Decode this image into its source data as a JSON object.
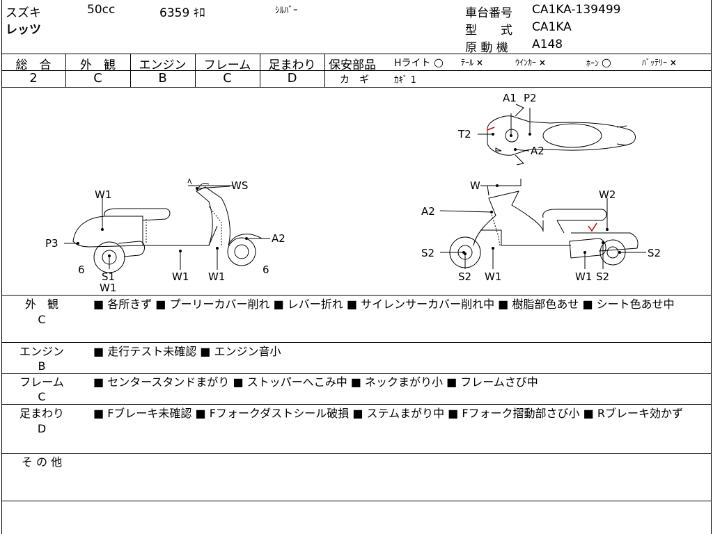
{
  "header": {
    "maker": "スズキ",
    "displacement": "50cc",
    "mileage": "6359 ｷﾛ",
    "color": "ｼﾙﾊﾞｰ",
    "model_name": "レッツ",
    "frame_no_label": "車台番号",
    "frame_no": "CA1KA-139499",
    "type_label": "型　　式",
    "type": "CA1KA",
    "engine_label": "原 動 機",
    "engine": "A148"
  },
  "ratings": {
    "headers": [
      "総　合",
      "外　観",
      "エンジン",
      "フレーム",
      "足まわり"
    ],
    "values": [
      "2",
      "C",
      "B",
      "C",
      "D"
    ]
  },
  "safety": {
    "label": "保安部品",
    "items": [
      {
        "name": "Hライト",
        "mark": "○"
      },
      {
        "name": "ﾃｰﾙ",
        "mark": "×"
      },
      {
        "name": "ｳｲﾝｶｰ",
        "mark": "×"
      },
      {
        "name": "ﾎｰﾝ",
        "mark": "○"
      },
      {
        "name": "ﾊﾞｯﾃﾘｰ",
        "mark": "×"
      }
    ],
    "key_label": "カ　ギ",
    "key_value": "ｶｷﾞ 1"
  },
  "diagram_labels": {
    "left": [
      "W1",
      "WS",
      "P3",
      "A2",
      "6",
      "S1",
      "W1",
      "W1",
      "W1",
      "6"
    ],
    "right": [
      "W",
      "W2",
      "A2",
      "S2",
      "S2",
      "W1",
      "W1",
      "S2",
      "S2"
    ],
    "top": [
      "A1",
      "P2",
      "T2",
      "A2"
    ]
  },
  "notes": [
    {
      "category": "外　観",
      "grade": "C",
      "text": "■ 各所きず ■ プーリーカバー削れ ■ レバー折れ ■ サイレンサーカバー削れ中 ■ 樹脂部色あせ ■ シート色あせ中"
    },
    {
      "category": "エンジン",
      "grade": "B",
      "text": "■ 走行テスト未確認 ■ エンジン音小"
    },
    {
      "category": "フレーム",
      "grade": "C",
      "text": "■ センタースタンドまがり ■ ストッパーへこみ中 ■ ネックまがり小 ■ フレームさび中"
    },
    {
      "category": "足まわり",
      "grade": "D",
      "text": "■ Fブレーキ未確認 ■ Fフォークダストシール破損 ■ ステムまがり中 ■ Fフォーク摺動部さび小 ■ Rブレーキ効かず"
    },
    {
      "category": "そ の 他",
      "grade": "",
      "text": ""
    }
  ]
}
